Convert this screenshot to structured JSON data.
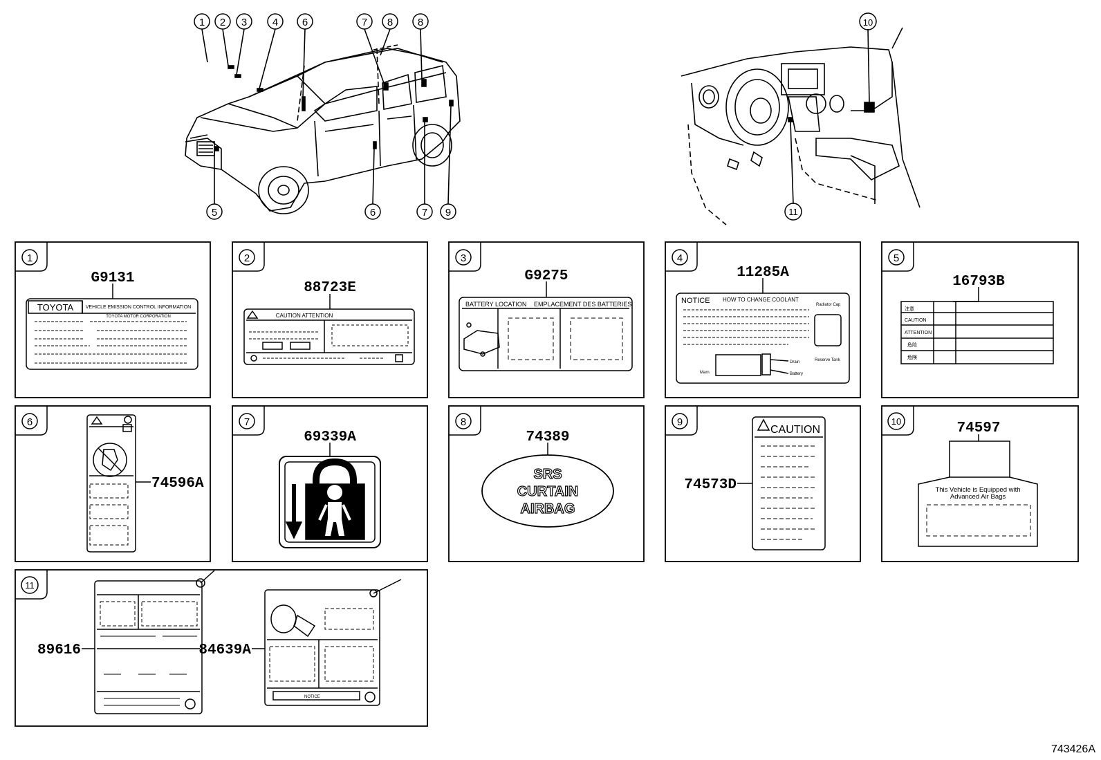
{
  "diagram_id": "743426A",
  "callouts": [
    "1",
    "2",
    "3",
    "4",
    "5",
    "6",
    "7",
    "8",
    "9",
    "10",
    "11"
  ],
  "panels": [
    {
      "num": "1",
      "parts": [
        "G9131"
      ],
      "label_text": [
        "TOYOTA",
        "VEHICLE EMISSION CONTROL INFORMATION",
        "TOYOTA MOTOR CORPORATION"
      ]
    },
    {
      "num": "2",
      "parts": [
        "88723E"
      ],
      "label_text": [
        "CAUTION  ATTENTION"
      ]
    },
    {
      "num": "3",
      "parts": [
        "G9275"
      ],
      "label_text": [
        "BATTERY LOCATION",
        "EMPLACEMENT DES BATTERIES"
      ]
    },
    {
      "num": "4",
      "parts": [
        "11285A"
      ],
      "label_text": [
        "NOTICE",
        "HOW TO CHANGE COOLANT",
        "Radiator Cap",
        "Reserve Tank",
        "Drain",
        "Battery",
        "Marn"
      ]
    },
    {
      "num": "5",
      "parts": [
        "16793B"
      ],
      "label_text": [
        "注意",
        "CAUTION",
        "ATTENTION",
        "危险",
        "危険"
      ]
    },
    {
      "num": "6",
      "parts": [
        "74596A"
      ],
      "label_text": []
    },
    {
      "num": "7",
      "parts": [
        "69339A"
      ],
      "label_text": []
    },
    {
      "num": "8",
      "parts": [
        "74389"
      ],
      "label_text": [
        "SRS",
        "CURTAIN",
        "AIRBAG"
      ]
    },
    {
      "num": "9",
      "parts": [
        "74573D"
      ],
      "label_text": [
        "CAUTION"
      ]
    },
    {
      "num": "10",
      "parts": [
        "74597"
      ],
      "label_text": [
        "This Vehicle is Equipped with",
        "Advanced Air Bags"
      ]
    },
    {
      "num": "11",
      "parts": [
        "89616",
        "84639A"
      ],
      "label_text": [
        "NOTICE"
      ]
    }
  ]
}
